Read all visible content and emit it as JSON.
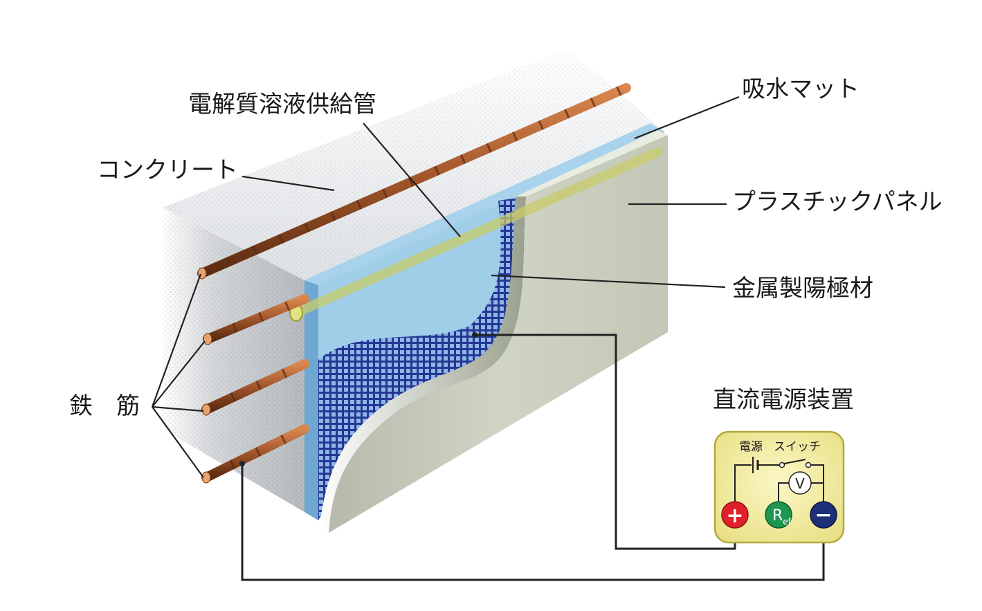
{
  "labels": {
    "electrolyte_pipe": "電解質溶液供給管",
    "absorbent_mat": "吸水マット",
    "concrete": "コンクリート",
    "plastic_panel": "プラスチックパネル",
    "metal_anode": "金属製陽極材",
    "rebar": "鉄　筋",
    "dc_power_supply": "直流電源装置"
  },
  "device": {
    "power_label": "電源",
    "switch_label": "スイッチ",
    "voltmeter": "V",
    "plus": "+",
    "ref_main": "R",
    "ref_sub": "ef",
    "minus": "−"
  },
  "colors": {
    "rebar": "#a0552a",
    "mat": "#8fc4e4",
    "mesh": "#1c2f8f",
    "panel": "#c9cdbc",
    "device_bg": "#f2eca0",
    "plus_terminal": "#e0202a",
    "ref_terminal": "#1e9650",
    "minus_terminal": "#1e2f7a"
  }
}
